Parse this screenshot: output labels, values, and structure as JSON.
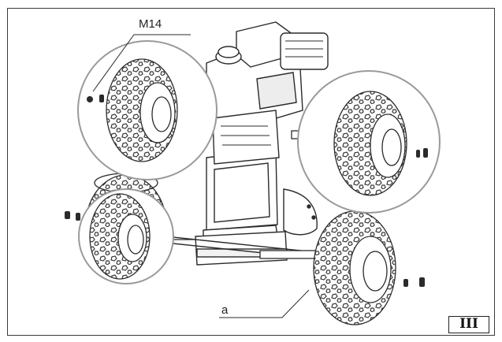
{
  "callouts": {
    "bolt": "M14",
    "axle": "a"
  },
  "figure_number": "III",
  "colors": {
    "line": "#2b2b2b",
    "circle": "#9a9a9a",
    "tread": "#3a3a3a"
  }
}
